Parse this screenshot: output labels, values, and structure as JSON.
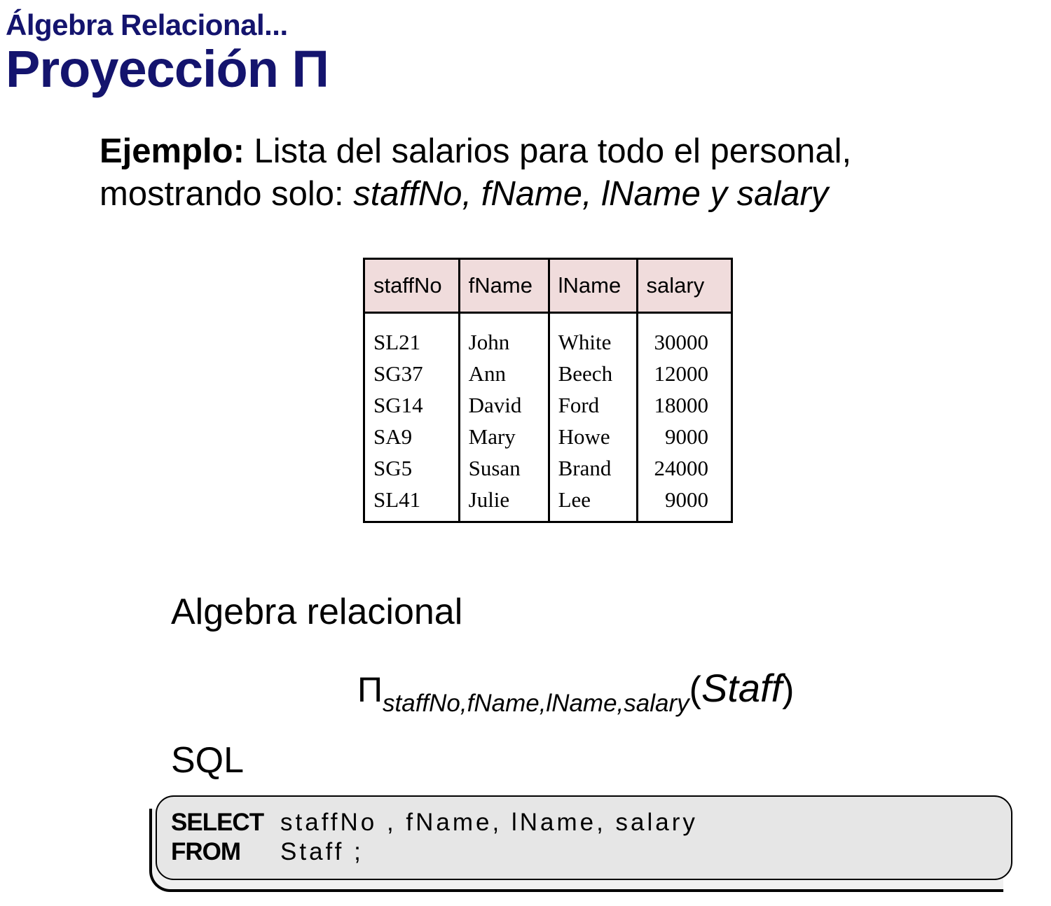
{
  "header": {
    "subtitle": "Álgebra Relacional...",
    "title": "Proyección Π"
  },
  "example": {
    "lead": "Ejemplo:",
    "text1": " Lista del salarios para todo el personal,",
    "text2": "mostrando solo: ",
    "fields": "staffNo, fName, lName y salary"
  },
  "table": {
    "columns": [
      "staffNo",
      "fName",
      "lName",
      "salary"
    ],
    "rows": [
      [
        "SL21",
        "John",
        "White",
        "30000"
      ],
      [
        "SG37",
        "Ann",
        "Beech",
        "12000"
      ],
      [
        "SG14",
        "David",
        "Ford",
        "18000"
      ],
      [
        "SA9",
        "Mary",
        "Howe",
        "9000"
      ],
      [
        "SG5",
        "Susan",
        "Brand",
        "24000"
      ],
      [
        "SL41",
        "Julie",
        "Lee",
        "9000"
      ]
    ]
  },
  "algebra": {
    "heading": "Algebra relacional",
    "operator": "Π",
    "subscript": "staffNo,fName,lName,salary",
    "open_paren": "(",
    "relation": "Staff",
    "close_paren": ")"
  },
  "sql": {
    "heading": "SQL",
    "lines": [
      {
        "keyword": "SELECT",
        "code": "staffNo , fName, lName, salary"
      },
      {
        "keyword": "FROM",
        "code": "Staff ;"
      }
    ]
  }
}
